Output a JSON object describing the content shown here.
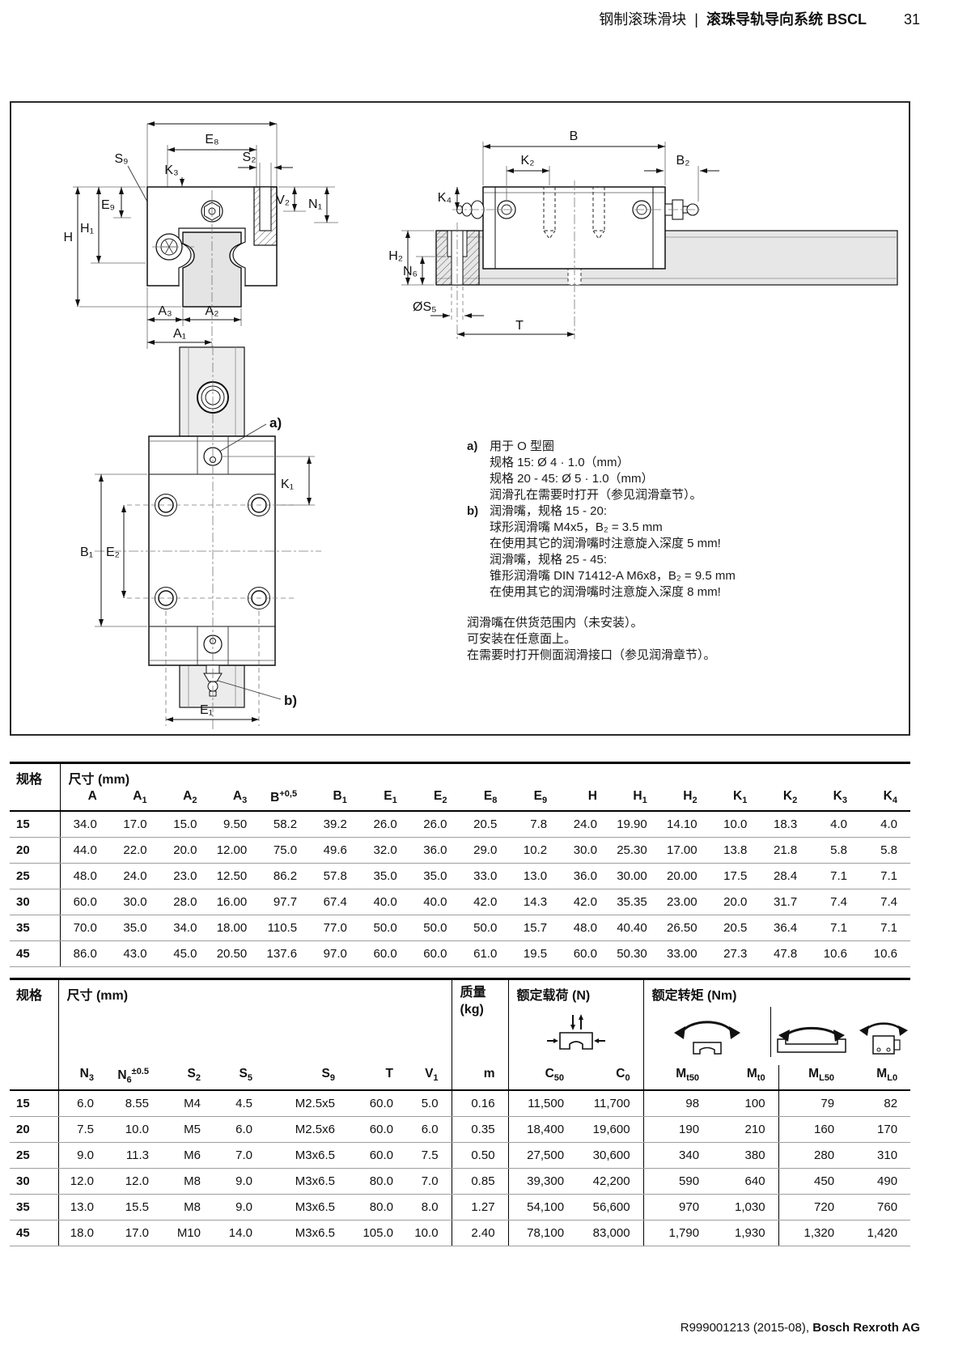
{
  "header": {
    "category": "钢制滚珠滑块",
    "separator": "|",
    "title": "滚珠导轨导向系统 BSCL",
    "page": "31"
  },
  "footer": {
    "doc_ref": "R999001213 (2015-08), ",
    "company": "Bosch Rexroth AG"
  },
  "drawings": {
    "front": {
      "labels": {
        "e8": "E₈",
        "s2": "S₂",
        "s9": "S₉",
        "k3": "K₃",
        "v2": "V₂",
        "n1": "N₁",
        "e9": "E₉",
        "h": "H",
        "h1": "H₁",
        "a3": "A₃",
        "a2": "A₂",
        "a1": "A₁"
      }
    },
    "side": {
      "labels": {
        "b": "B",
        "k2": "K₂",
        "b2": "B₂",
        "k4": "K₄",
        "h2": "H₂",
        "n6": "N₆",
        "s5": "ØS₅",
        "t": "T"
      }
    },
    "top": {
      "labels": {
        "a_ref": "a)",
        "k1": "K₁",
        "b1": "B₁",
        "e2": "E₂",
        "b_ref": "b)",
        "e1": "E₁"
      }
    },
    "notes": {
      "a_label": "a)",
      "a_lines": [
        "用于 O 型圈",
        "规格 15: Ø 4 · 1.0（mm）",
        "规格 20 - 45: Ø 5 · 1.0（mm）",
        "润滑孔在需要时打开（参见润滑章节）。"
      ],
      "b_label": "b)",
      "b_lines": [
        "润滑嘴，规格 15 - 20:",
        "球形润滑嘴 M4x5，B₂ = 3.5 mm",
        "在使用其它的润滑嘴时注意旋入深度 5 mm!",
        "润滑嘴，规格 25 - 45:",
        "锥形润滑嘴 DIN 71412-A M6x8，B₂ = 9.5 mm",
        "在使用其它的润滑嘴时注意旋入深度 8 mm!"
      ],
      "extra_lines": [
        "润滑嘴在供货范围内（未安装）。",
        "可安装在任意面上。",
        "在需要时打开侧面润滑接口（参见润滑章节）。"
      ]
    }
  },
  "table1": {
    "size_header": "规格",
    "dims_header": "尺寸 (mm)",
    "columns": [
      {
        "base": "A",
        "sub": ""
      },
      {
        "base": "A",
        "sub": "1"
      },
      {
        "base": "A",
        "sub": "2"
      },
      {
        "base": "A",
        "sub": "3"
      },
      {
        "base": "B",
        "sub": "",
        "sup": "+0,5"
      },
      {
        "base": "B",
        "sub": "1"
      },
      {
        "base": "E",
        "sub": "1"
      },
      {
        "base": "E",
        "sub": "2"
      },
      {
        "base": "E",
        "sub": "8"
      },
      {
        "base": "E",
        "sub": "9"
      },
      {
        "base": "H",
        "sub": ""
      },
      {
        "base": "H",
        "sub": "1"
      },
      {
        "base": "H",
        "sub": "2"
      },
      {
        "base": "K",
        "sub": "1"
      },
      {
        "base": "K",
        "sub": "2"
      },
      {
        "base": "K",
        "sub": "3"
      },
      {
        "base": "K",
        "sub": "4"
      }
    ],
    "rows": [
      {
        "size": "15",
        "values": [
          "34.0",
          "17.0",
          "15.0",
          "9.50",
          "58.2",
          "39.2",
          "26.0",
          "26.0",
          "20.5",
          "7.8",
          "24.0",
          "19.90",
          "14.10",
          "10.0",
          "18.3",
          "4.0",
          "4.0"
        ]
      },
      {
        "size": "20",
        "values": [
          "44.0",
          "22.0",
          "20.0",
          "12.00",
          "75.0",
          "49.6",
          "32.0",
          "36.0",
          "29.0",
          "10.2",
          "30.0",
          "25.30",
          "17.00",
          "13.8",
          "21.8",
          "5.8",
          "5.8"
        ]
      },
      {
        "size": "25",
        "values": [
          "48.0",
          "24.0",
          "23.0",
          "12.50",
          "86.2",
          "57.8",
          "35.0",
          "35.0",
          "33.0",
          "13.0",
          "36.0",
          "30.00",
          "20.00",
          "17.5",
          "28.4",
          "7.1",
          "7.1"
        ]
      },
      {
        "size": "30",
        "values": [
          "60.0",
          "30.0",
          "28.0",
          "16.00",
          "97.7",
          "67.4",
          "40.0",
          "40.0",
          "42.0",
          "14.3",
          "42.0",
          "35.35",
          "23.00",
          "20.0",
          "31.7",
          "7.4",
          "7.4"
        ]
      },
      {
        "size": "35",
        "values": [
          "70.0",
          "35.0",
          "34.0",
          "18.00",
          "110.5",
          "77.0",
          "50.0",
          "50.0",
          "50.0",
          "15.7",
          "48.0",
          "40.40",
          "26.50",
          "20.5",
          "36.4",
          "7.1",
          "7.1"
        ]
      },
      {
        "size": "45",
        "values": [
          "86.0",
          "43.0",
          "45.0",
          "20.50",
          "137.6",
          "97.0",
          "60.0",
          "60.0",
          "61.0",
          "19.5",
          "60.0",
          "50.30",
          "33.00",
          "27.3",
          "47.8",
          "10.6",
          "10.6"
        ]
      }
    ]
  },
  "table2": {
    "size_header": "规格",
    "dims_header": "尺寸 (mm)",
    "mass_header_1": "质量",
    "mass_header_2": "(kg)",
    "load_header": "额定载荷 (N)",
    "torque_header": "额定转矩 (Nm)",
    "columns": [
      {
        "base": "N",
        "sub": "3"
      },
      {
        "base": "N",
        "sub": "6",
        "sup": "±0.5"
      },
      {
        "base": "S",
        "sub": "2"
      },
      {
        "base": "S",
        "sub": "5"
      },
      {
        "base": "S",
        "sub": "9"
      },
      {
        "base": "T",
        "sub": ""
      },
      {
        "base": "V",
        "sub": "1"
      },
      {
        "base": "m",
        "sub": ""
      },
      {
        "base": "C",
        "sub": "50"
      },
      {
        "base": "C",
        "sub": "0"
      },
      {
        "base": "M",
        "sub": "t50"
      },
      {
        "base": "M",
        "sub": "t0"
      },
      {
        "base": "M",
        "sub": "L50"
      },
      {
        "base": "M",
        "sub": "L0"
      }
    ],
    "rows": [
      {
        "size": "15",
        "values": [
          "6.0",
          "8.55",
          "M4",
          "4.5",
          "M2.5x5",
          "60.0",
          "5.0",
          "0.16",
          "11,500",
          "11,700",
          "98",
          "100",
          "79",
          "82"
        ]
      },
      {
        "size": "20",
        "values": [
          "7.5",
          "10.0",
          "M5",
          "6.0",
          "M2.5x6",
          "60.0",
          "6.0",
          "0.35",
          "18,400",
          "19,600",
          "190",
          "210",
          "160",
          "170"
        ]
      },
      {
        "size": "25",
        "values": [
          "9.0",
          "11.3",
          "M6",
          "7.0",
          "M3x6.5",
          "60.0",
          "7.5",
          "0.50",
          "27,500",
          "30,600",
          "340",
          "380",
          "280",
          "310"
        ]
      },
      {
        "size": "30",
        "values": [
          "12.0",
          "12.0",
          "M8",
          "9.0",
          "M3x6.5",
          "80.0",
          "7.0",
          "0.85",
          "39,300",
          "42,200",
          "590",
          "640",
          "450",
          "490"
        ]
      },
      {
        "size": "35",
        "values": [
          "13.0",
          "15.5",
          "M8",
          "9.0",
          "M3x6.5",
          "80.0",
          "8.0",
          "1.27",
          "54,100",
          "56,600",
          "970",
          "1,030",
          "720",
          "760"
        ]
      },
      {
        "size": "45",
        "values": [
          "18.0",
          "17.0",
          "M10",
          "14.0",
          "M3x6.5",
          "105.0",
          "10.0",
          "2.40",
          "78,100",
          "83,000",
          "1,790",
          "1,930",
          "1,320",
          "1,420"
        ]
      }
    ]
  }
}
